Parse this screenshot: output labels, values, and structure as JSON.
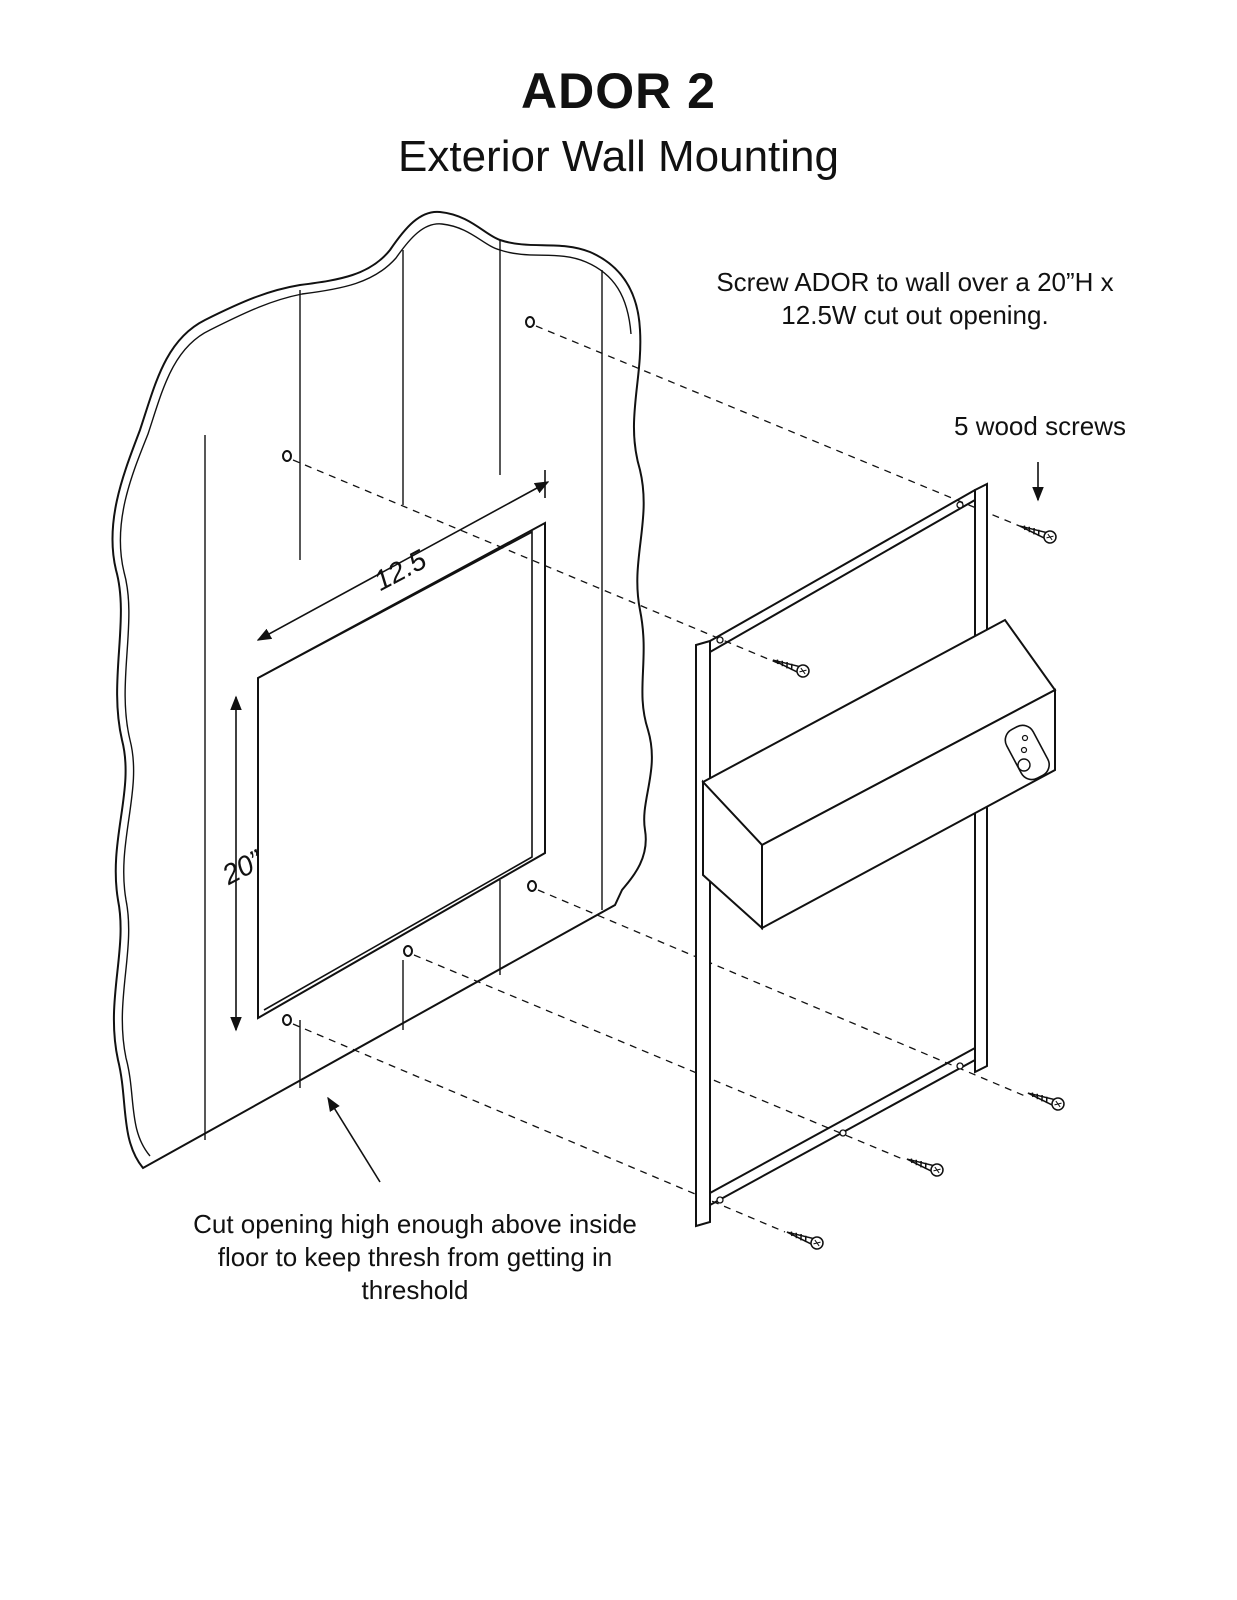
{
  "header": {
    "title": "ADOR 2",
    "subtitle": "Exterior Wall Mounting"
  },
  "notes": {
    "top": "Screw ADOR to wall over a 20”H x 12.5W cut out opening.",
    "screws": "5 wood screws",
    "bottom": "Cut opening high enough above inside floor to keep thresh from getting in threshold"
  },
  "dimensions": {
    "width": "12.5",
    "height": "20”"
  }
}
